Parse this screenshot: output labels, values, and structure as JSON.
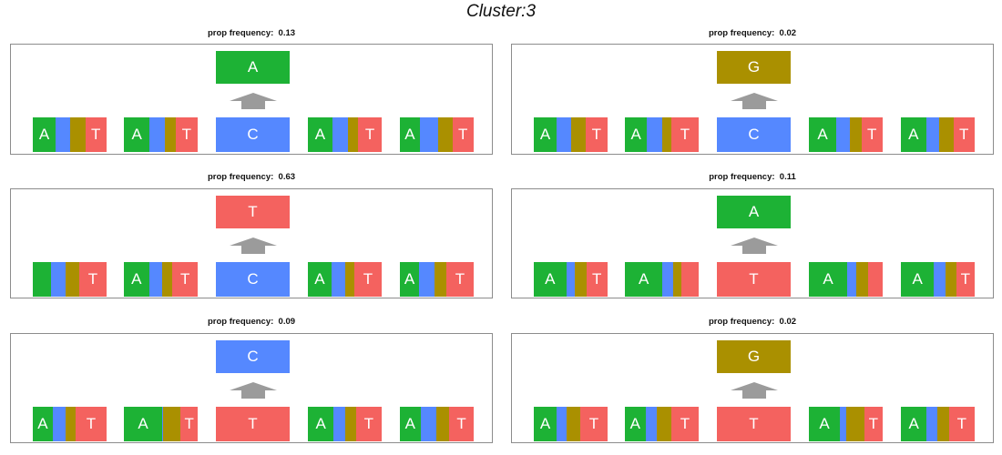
{
  "title": "Cluster:3",
  "colors": {
    "A": "#1DB235",
    "C": "#5588FF",
    "G": "#AA9000",
    "T": "#F4625F",
    "arrow": "#9B9B9B",
    "border": "#8C8C8C"
  },
  "chart_data": {
    "type": "sequence-logo-panels",
    "title": "Cluster:3",
    "panels": [
      {
        "label": "prop frequency:  0.13",
        "freq": 0.13,
        "target": "A",
        "mutation": [
          "C",
          "A"
        ],
        "context": [
          [
            "A",
            "C",
            "G",
            "T"
          ],
          [
            "A",
            "C",
            "G",
            "T"
          ],
          [
            "C"
          ],
          [
            "A",
            "C",
            "G",
            "T"
          ],
          [
            "A",
            "C",
            "G",
            "T"
          ]
        ]
      },
      {
        "label": "prop frequency:  0.02",
        "freq": 0.02,
        "target": "G",
        "mutation": [
          "C",
          "G"
        ],
        "context": [
          [
            "A",
            "C",
            "G",
            "T"
          ],
          [
            "A",
            "C",
            "G",
            "T"
          ],
          [
            "C"
          ],
          [
            "A",
            "C",
            "G",
            "T"
          ],
          [
            "A",
            "C",
            "G",
            "T"
          ]
        ]
      },
      {
        "label": "prop frequency:  0.63",
        "freq": 0.63,
        "target": "T",
        "mutation": [
          "C",
          "T"
        ],
        "context": [
          [
            "A",
            "C",
            "G",
            "T"
          ],
          [
            "A",
            "C",
            "G",
            "T"
          ],
          [
            "C"
          ],
          [
            "A",
            "C",
            "G",
            "T"
          ],
          [
            "A",
            "C",
            "G",
            "T"
          ]
        ]
      },
      {
        "label": "prop frequency:  0.11",
        "freq": 0.11,
        "target": "A",
        "mutation": [
          "T",
          "A"
        ],
        "context": [
          [
            "A",
            "C",
            "G",
            "T"
          ],
          [
            "A",
            "C",
            "G",
            "T"
          ],
          [
            "T"
          ],
          [
            "A",
            "C",
            "G",
            "T"
          ],
          [
            "A",
            "C",
            "G",
            "T"
          ]
        ]
      },
      {
        "label": "prop frequency:  0.09",
        "freq": 0.09,
        "target": "C",
        "mutation": [
          "T",
          "C"
        ],
        "context": [
          [
            "A",
            "C",
            "G",
            "T"
          ],
          [
            "A",
            "C",
            "G",
            "T"
          ],
          [
            "T"
          ],
          [
            "A",
            "C",
            "G",
            "T"
          ],
          [
            "A",
            "C",
            "G",
            "T"
          ]
        ]
      },
      {
        "label": "prop frequency:  0.02",
        "freq": 0.02,
        "target": "G",
        "mutation": [
          "T",
          "G"
        ],
        "context": [
          [
            "A",
            "C",
            "G",
            "T"
          ],
          [
            "A",
            "C",
            "G",
            "T"
          ],
          [
            "T"
          ],
          [
            "A",
            "C",
            "G",
            "T"
          ],
          [
            "A",
            "C",
            "G",
            "T"
          ]
        ]
      }
    ]
  },
  "logo_cells": [
    [
      {
        "w": [
          0.31,
          0.2,
          0.2,
          0.29
        ],
        "labels": [
          "A",
          "T"
        ]
      },
      {
        "w": [
          0.35,
          0.2,
          0.15,
          0.3
        ],
        "labels": [
          "A",
          "T"
        ]
      },
      null,
      {
        "w": [
          0.33,
          0.21,
          0.14,
          0.32
        ],
        "labels": [
          "A",
          "T"
        ]
      },
      {
        "w": [
          0.27,
          0.25,
          0.19,
          0.29
        ],
        "labels": [
          "A",
          "T"
        ]
      }
    ],
    [
      {
        "w": [
          0.31,
          0.2,
          0.19,
          0.3
        ],
        "labels": [
          "A",
          "T"
        ]
      },
      {
        "w": [
          0.3,
          0.21,
          0.12,
          0.37
        ],
        "labels": [
          "A",
          "T"
        ]
      },
      null,
      {
        "w": [
          0.37,
          0.18,
          0.16,
          0.29
        ],
        "labels": [
          "A",
          "T"
        ]
      },
      {
        "w": [
          0.34,
          0.18,
          0.19,
          0.29
        ],
        "labels": [
          "A",
          "T"
        ]
      }
    ],
    [
      {
        "w": [
          0.25,
          0.19,
          0.19,
          0.37
        ],
        "labels": [
          "",
          "T"
        ]
      },
      {
        "w": [
          0.34,
          0.18,
          0.14,
          0.34
        ],
        "labels": [
          "A",
          "T"
        ]
      },
      null,
      {
        "w": [
          0.32,
          0.19,
          0.12,
          0.37
        ],
        "labels": [
          "A",
          "T"
        ]
      },
      {
        "w": [
          0.26,
          0.21,
          0.16,
          0.37
        ],
        "labels": [
          "A",
          "T"
        ]
      }
    ],
    [
      {
        "w": [
          0.44,
          0.12,
          0.15,
          0.29
        ],
        "labels": [
          "A",
          "T"
        ]
      },
      {
        "w": [
          0.51,
          0.14,
          0.12,
          0.23
        ],
        "labels": [
          "A",
          ""
        ]
      },
      null,
      {
        "w": [
          0.52,
          0.12,
          0.16,
          0.2
        ],
        "labels": [
          "A",
          ""
        ]
      },
      {
        "w": [
          0.45,
          0.15,
          0.15,
          0.25
        ],
        "labels": [
          "A",
          "T"
        ]
      }
    ],
    [
      {
        "w": [
          0.27,
          0.18,
          0.13,
          0.42
        ],
        "labels": [
          "A",
          "T"
        ]
      },
      {
        "w": [
          0.52,
          0.01,
          0.24,
          0.23
        ],
        "labels": [
          "A",
          "T"
        ]
      },
      null,
      {
        "w": [
          0.35,
          0.15,
          0.15,
          0.35
        ],
        "labels": [
          "A",
          "T"
        ]
      },
      {
        "w": [
          0.28,
          0.21,
          0.18,
          0.33
        ],
        "labels": [
          "A",
          "T"
        ]
      }
    ],
    [
      {
        "w": [
          0.31,
          0.14,
          0.18,
          0.37
        ],
        "labels": [
          "A",
          "T"
        ]
      },
      {
        "w": [
          0.28,
          0.15,
          0.2,
          0.37
        ],
        "labels": [
          "A",
          "T"
        ]
      },
      null,
      {
        "w": [
          0.42,
          0.08,
          0.25,
          0.25
        ],
        "labels": [
          "A",
          "T"
        ]
      },
      {
        "w": [
          0.35,
          0.14,
          0.16,
          0.35
        ],
        "labels": [
          "A",
          "T"
        ]
      }
    ]
  ]
}
